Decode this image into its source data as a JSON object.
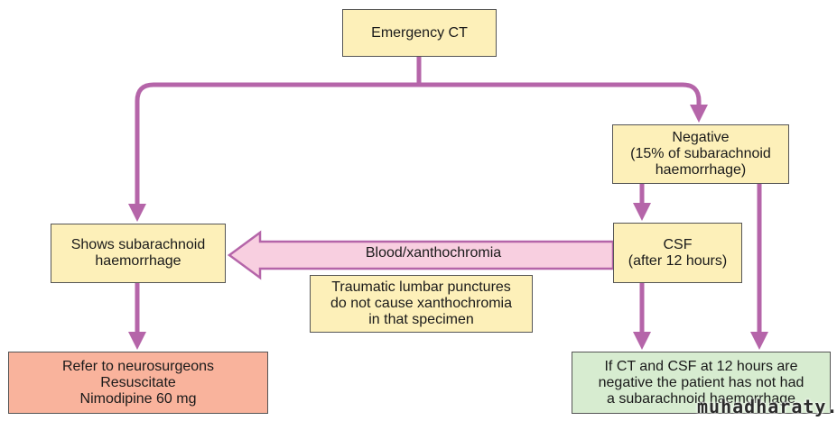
{
  "nodes": {
    "emergency_ct": {
      "lines": [
        "Emergency CT"
      ]
    },
    "negative": {
      "lines": [
        "Negative",
        "(15% of subarachnoid",
        "haemorrhage)"
      ]
    },
    "shows_sah": {
      "lines": [
        "Shows subarachnoid",
        "haemorrhage"
      ]
    },
    "csf": {
      "lines": [
        "CSF",
        "(after 12 hours)"
      ]
    },
    "note": {
      "lines": [
        "Traumatic lumbar punctures",
        "do not cause xanthochromia",
        "in that specimen"
      ]
    },
    "refer": {
      "lines": [
        "Refer to neurosurgeons",
        "Resuscitate",
        "Nimodipine 60 mg"
      ]
    },
    "conclusion": {
      "lines": [
        "If CT and CSF at 12 hours are",
        "negative the patient has not had",
        "a subarachnoid haemorrhage"
      ]
    }
  },
  "edges": {
    "blood_label": "Blood/xanthochromia"
  },
  "watermark": "muhadharaty.com",
  "colors": {
    "arrow": "#b565a9",
    "box_yellow": "#fdf0b9",
    "box_salmon": "#f9b39c",
    "box_green": "#d7ecd0",
    "hollow_arrow_fill": "#f8cfe0"
  }
}
